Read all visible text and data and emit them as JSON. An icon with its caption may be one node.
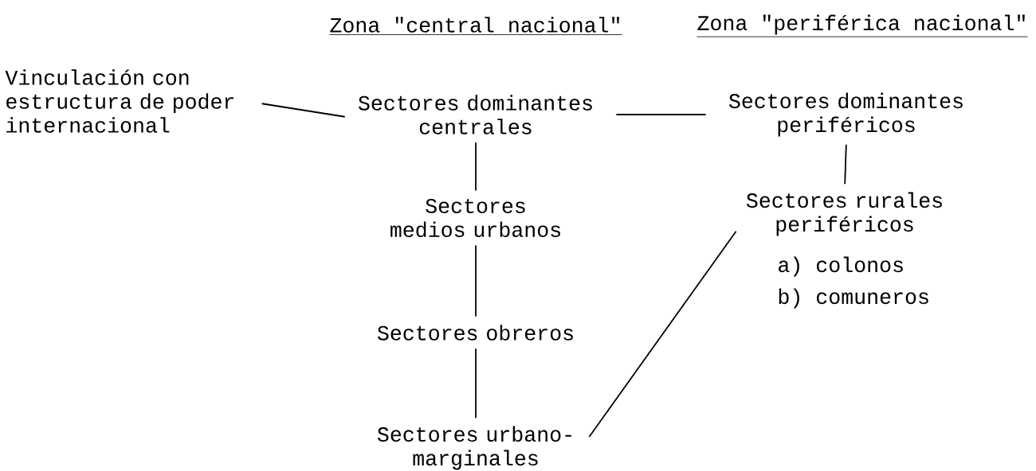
{
  "diagram": {
    "nodes": [
      {
        "text": [
          "Vinculación con estructura de poder internacional"
        ]
      },
      {
        "text": [
          "Sectores dominantes centrales"
        ]
      },
      {
        "text": [
          "Sectores dominantes periféricos"
        ]
      },
      {
        "text": [
          "Sectores medios urbanos"
        ]
      },
      {
        "text": [
          "Sectores obreros"
        ]
      },
      {
        "text": [
          "Sectores urbano-marginales"
        ]
      },
      {
        "text": [
          "Sectores rurales periféricos"
        ],
        "beside": [
          "a) colonos",
          "b) comuneros"
        ]
      }
    ],
    "edges": [
      {
        "from": 0,
        "to": 1,
        "arrow": "none"
      },
      {
        "from": 1,
        "to": 2,
        "arrow": "none"
      },
      {
        "from": 1,
        "to": 3,
        "arrow": "none"
      },
      {
        "from": 3,
        "to": 4,
        "arrow": "none"
      },
      {
        "from": 4,
        "to": 5,
        "arrow": "none"
      },
      {
        "from": 2,
        "to": 6,
        "arrow": "none"
      },
      {
        "from": 6,
        "to": 5,
        "arrow": "none"
      }
    ],
    "labels": [
      "Zona \"central nacional\"",
      "Zona \"periférica nacional\""
    ]
  }
}
